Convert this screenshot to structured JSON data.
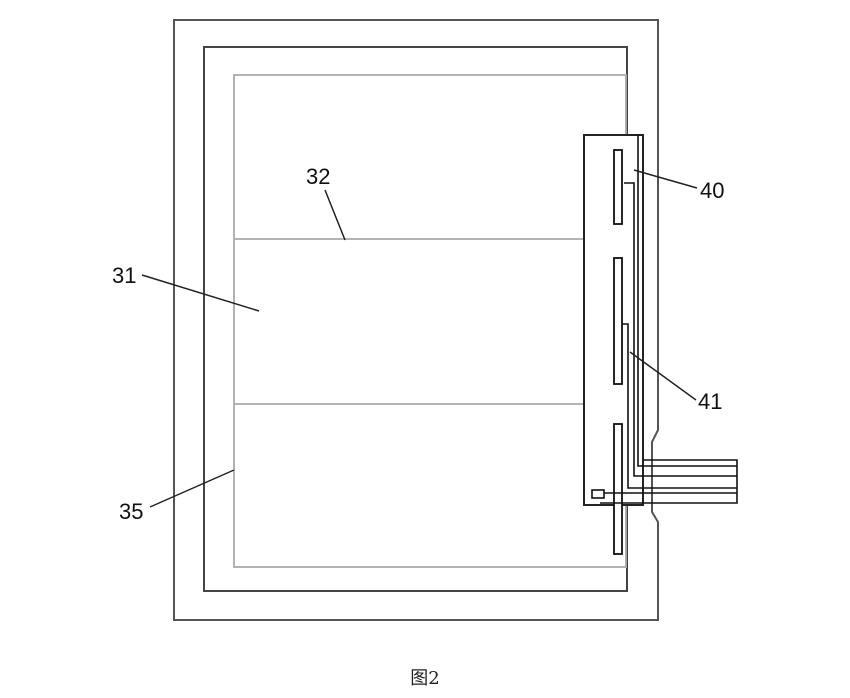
{
  "figure": {
    "caption": "图2",
    "labels": {
      "l31": "31",
      "l32": "32",
      "l35": "35",
      "l40": "40",
      "l41": "41"
    }
  }
}
